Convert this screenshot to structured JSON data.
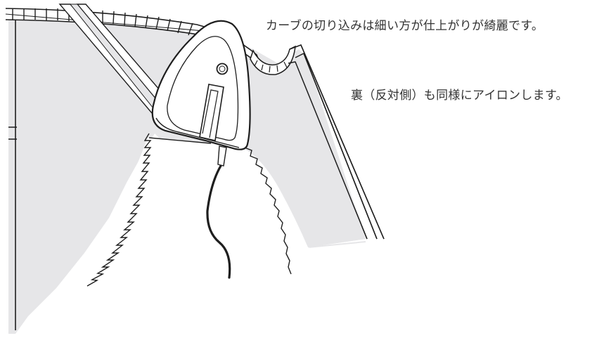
{
  "captions": {
    "curve_clipping": "カーブの切り込みは細い方が仕上がりが綺麗です。",
    "reverse_side": "裏（反対側）も同様にアイロンします。"
  },
  "colors": {
    "fabric": "#e6e6e8",
    "line": "#1e1e1e",
    "iron_body": "#ffffff",
    "background": "#ffffff"
  },
  "icons": {
    "iron": "iron-icon",
    "cord": "power-cord"
  }
}
